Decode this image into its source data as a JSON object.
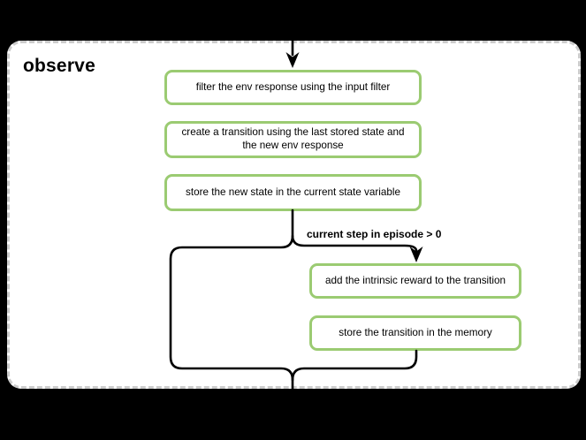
{
  "diagram": {
    "title": "observe",
    "nodes": [
      {
        "label": "filter the env response using the input filter"
      },
      {
        "label": "create a transition using the last stored state and the new env response"
      },
      {
        "label": "store the new state in the current state variable"
      },
      {
        "label": "add the intrinsic reward to the transition"
      },
      {
        "label": "store the transition in the memory"
      }
    ],
    "condition_label": "current step in episode > 0",
    "colors": {
      "canvas_bg": "#000000",
      "panel_bg": "#ffffff",
      "panel_border": "#cccccc",
      "node_border": "#9bcb72",
      "connector": "#000000",
      "text": "#000000"
    }
  }
}
